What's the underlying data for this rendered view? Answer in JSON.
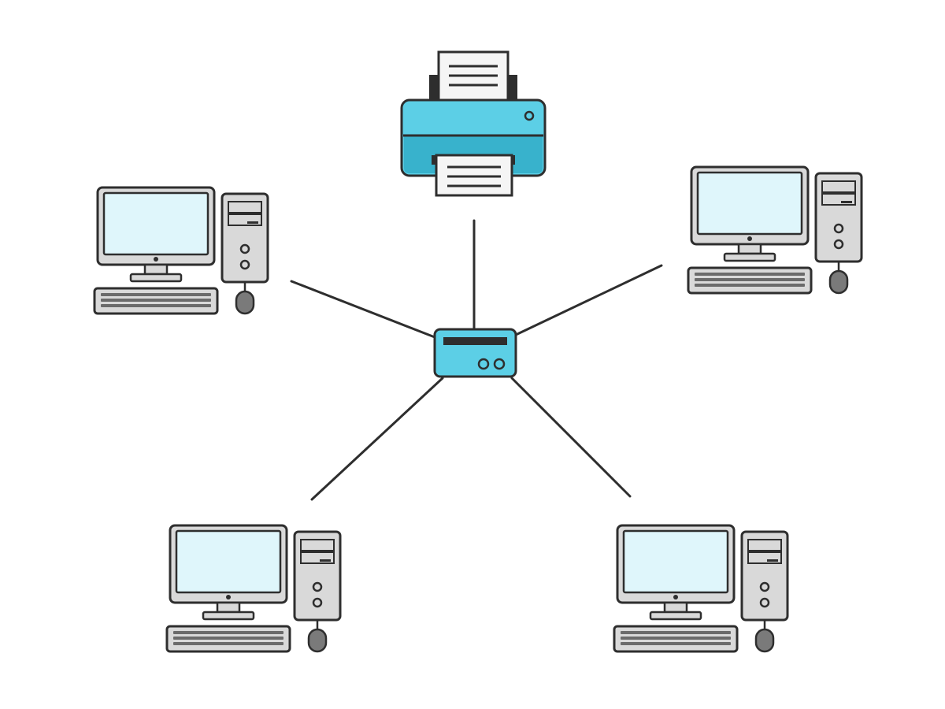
{
  "diagram": {
    "type": "star-network-topology",
    "hub": {
      "icon": "network-switch-icon"
    },
    "nodes": [
      {
        "id": "printer",
        "icon": "printer-icon"
      },
      {
        "id": "computer-top-left",
        "icon": "desktop-computer-icon"
      },
      {
        "id": "computer-top-right",
        "icon": "desktop-computer-icon"
      },
      {
        "id": "computer-bottom-left",
        "icon": "desktop-computer-icon"
      },
      {
        "id": "computer-bottom-right",
        "icon": "desktop-computer-icon"
      }
    ],
    "links": [
      {
        "from": "hub",
        "to": "printer"
      },
      {
        "from": "hub",
        "to": "computer-top-left"
      },
      {
        "from": "hub",
        "to": "computer-top-right"
      },
      {
        "from": "hub",
        "to": "computer-bottom-left"
      },
      {
        "from": "hub",
        "to": "computer-bottom-right"
      }
    ]
  },
  "colors": {
    "outline": "#2e2e2e",
    "device_body": "#d9d9d9",
    "screen": "#dff6fb",
    "accent": "#5ccfe6",
    "accent_dark": "#38b2cc",
    "paper": "#f5f5f5",
    "key": "#6b6b6b",
    "mouse": "#7a7a7a"
  }
}
